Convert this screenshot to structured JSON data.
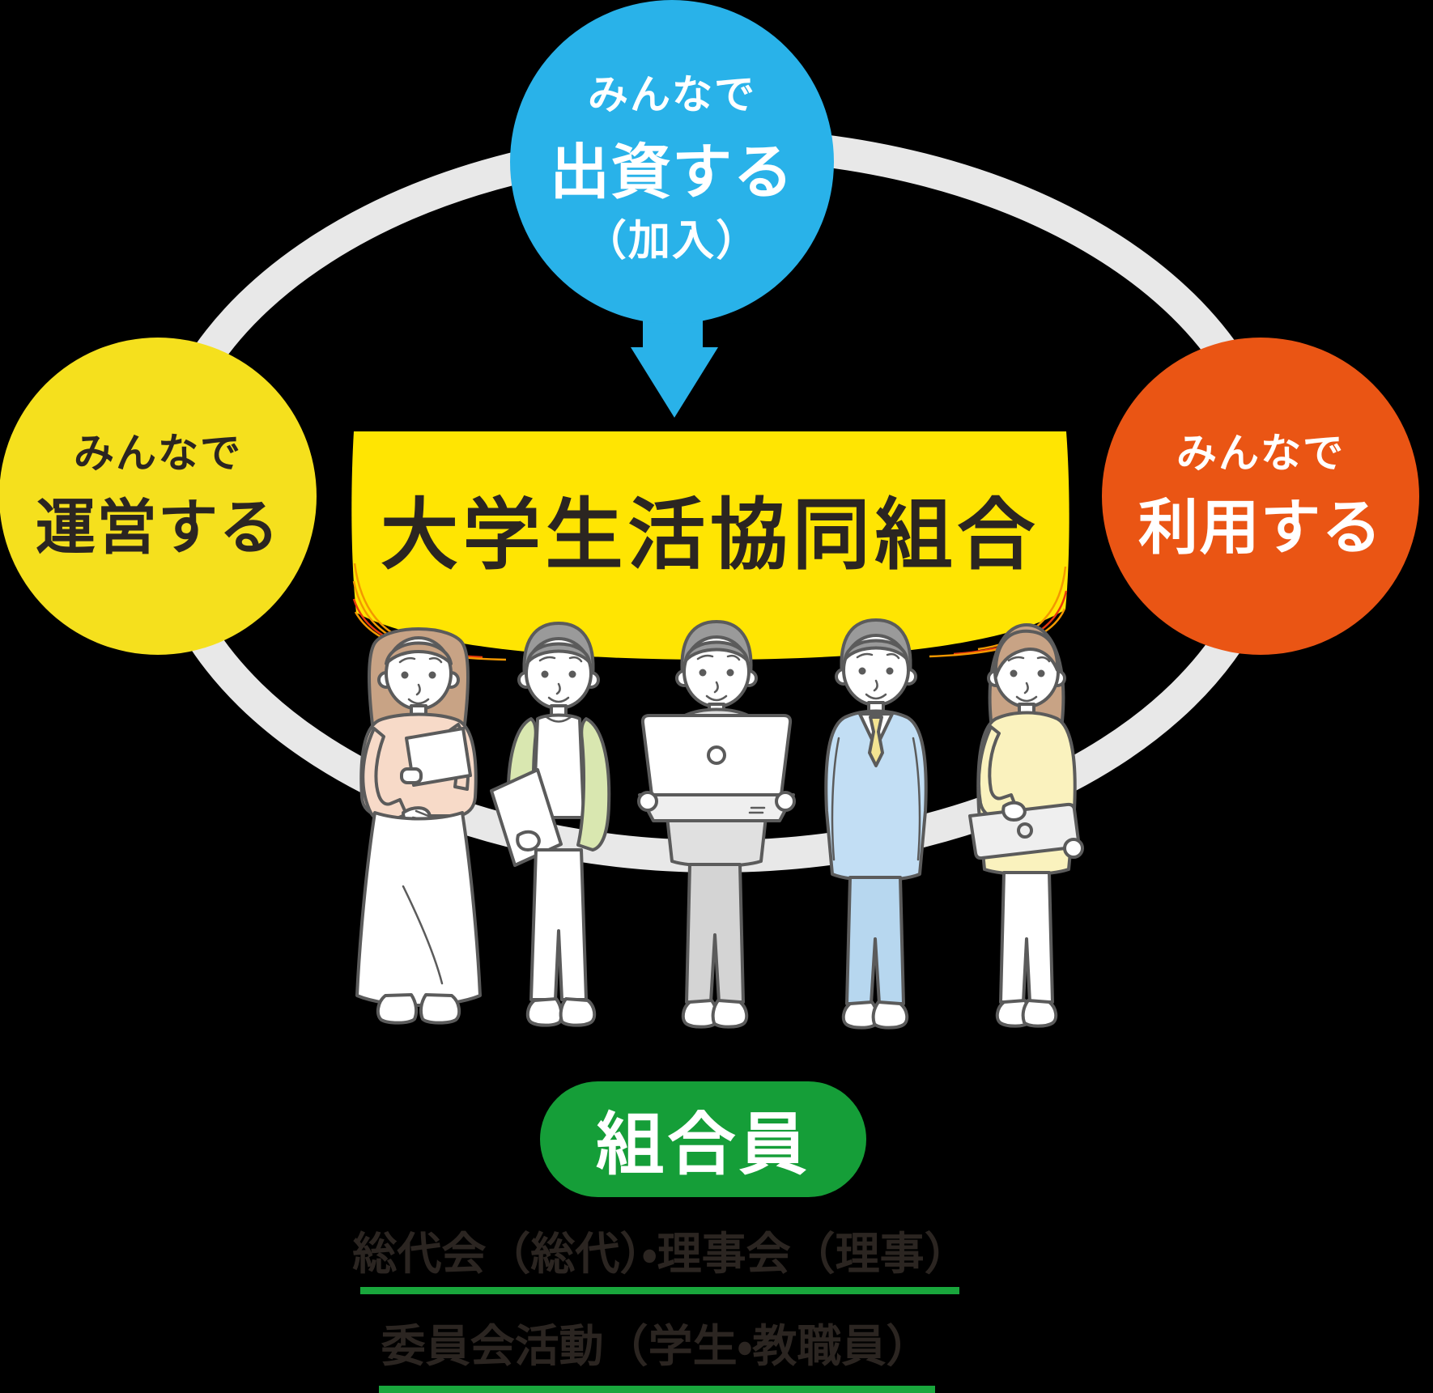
{
  "palette": {
    "ink": "#2B2521",
    "blue": "#29B2E9",
    "yellow_bubble": "#F5E01D",
    "banner_yellow": "#FFE502",
    "orange": "#EA5514",
    "green_badge": "#159E38",
    "green_line": "#19A63C",
    "ring_gray": "#E8E8E8",
    "outline": "#5B5B5B",
    "skin": "#FFFFFF",
    "hair_tan": "#C8A385",
    "hair_gray": "#9A9A9A",
    "peach": "#F7DAC8",
    "cardigan_green": "#D9E7B0",
    "suit_gray": "#E0E0E0",
    "suit_pants": "#D4D4D4",
    "sweater_blue": "#C2DEF4",
    "pants_blue": "#B7D7EF",
    "top_yellow": "#FAF2BE",
    "tie_yellow": "#F3E492",
    "laptop_gray": "#EFEFEF",
    "page_line_orange": "#F39800",
    "page_line_red": "#E8380D"
  },
  "diagram": {
    "top_bubble": {
      "line1": "みんなで",
      "line2": "出資する",
      "line3": "（加入）"
    },
    "left_bubble": {
      "line1": "みんなで",
      "line2": "運営する"
    },
    "right_bubble": {
      "line1": "みんなで",
      "line2": "利用する"
    },
    "center_banner": {
      "title": "大学生活協同組合"
    },
    "member_badge": {
      "label": "組合員"
    },
    "captions": [
      {
        "text": "総代会（総代）・理事会（理事）"
      },
      {
        "text": "委員会活動（学生・教職員）"
      }
    ],
    "illustration": {
      "people": [
        {
          "role": "woman-holding-document",
          "top": "peach",
          "bottom": "white-long-skirt",
          "item": "document"
        },
        {
          "role": "man-green-cardigan",
          "top": "light-green-cardigan",
          "bottom": "white-pants",
          "item": "document"
        },
        {
          "role": "man-gray-suit",
          "top": "gray-blazer",
          "bottom": "gray-pants",
          "item": "open-laptop"
        },
        {
          "role": "man-blue-sweater-tie",
          "top": "light-blue-sweater",
          "bottom": "blue-pants",
          "item": "none"
        },
        {
          "role": "woman-yellow-top",
          "top": "light-yellow-sweater",
          "bottom": "white-pants",
          "item": "laptop"
        }
      ]
    }
  }
}
